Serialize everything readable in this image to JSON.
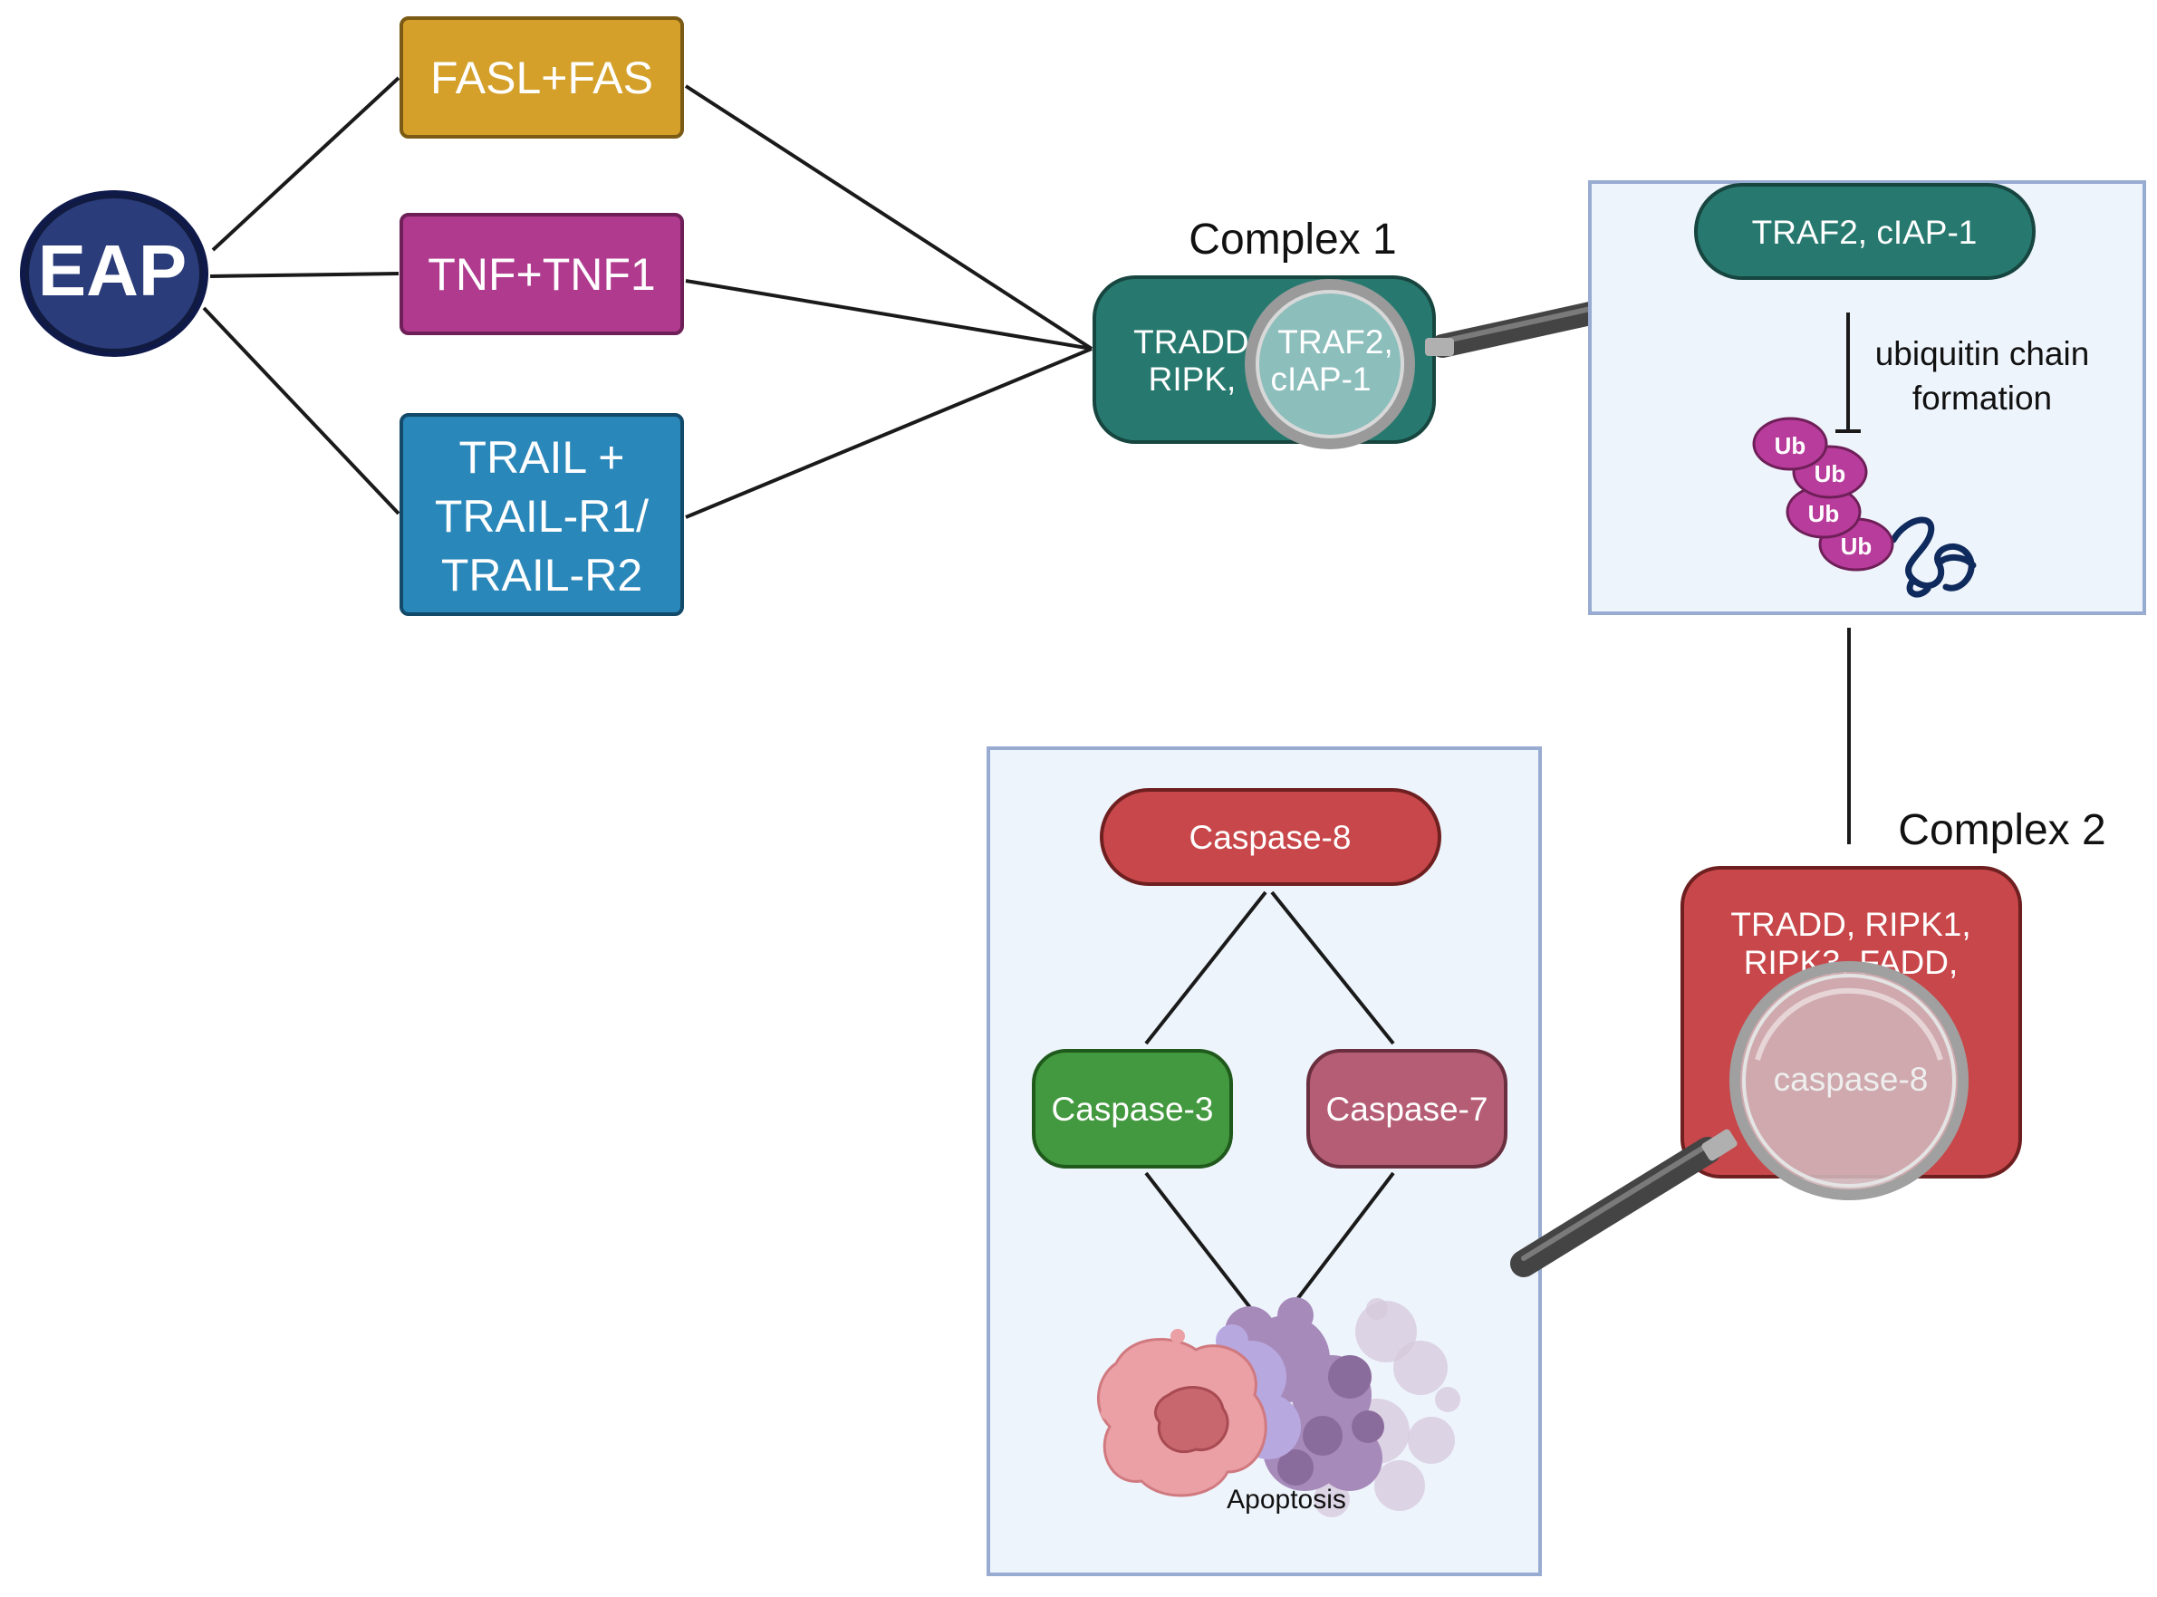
{
  "eap": {
    "label": "EAP"
  },
  "receptors": {
    "fasl_fas": "FASL+FAS",
    "tnf_tnf1": "TNF+TNF1",
    "trail": [
      "TRAIL +",
      "TRAIL-R1/",
      "TRAIL-R2"
    ]
  },
  "complex1": {
    "title": "Complex 1",
    "text_left": [
      "TRADD,",
      "RIPK,"
    ],
    "text_lens": [
      "TRAF2,",
      "cIAP-1"
    ]
  },
  "zoom1": {
    "pill": "TRAF2, cIAP-1",
    "process": [
      "ubiquitin chain",
      "formation"
    ],
    "ub": [
      "Ub",
      "Ub",
      "Ub",
      "Ub"
    ]
  },
  "complex2": {
    "title": "Complex 2",
    "text": [
      "TRADD, RIPK1,",
      "RIPK3, FADD,"
    ],
    "text_lens": "caspase-8"
  },
  "cascade": {
    "caspase8": "Caspase-8",
    "caspase3": "Caspase-3",
    "caspase7": "Caspase-7",
    "outcome": "Apoptosis"
  },
  "colors": {
    "eap": "#1e2a5e",
    "fasl_fas": "#d4a02a",
    "tnf_tnf1": "#b03a8e",
    "trail": "#2a87b9",
    "complex1": "#27796f",
    "complex2": "#c8474a",
    "caspase8": "#c8474a",
    "caspase3": "#43993f",
    "caspase7": "#b55d75",
    "panel_bg": "#eef4fc",
    "panel_border": "#98abd0",
    "ub": "#b83c9b"
  }
}
